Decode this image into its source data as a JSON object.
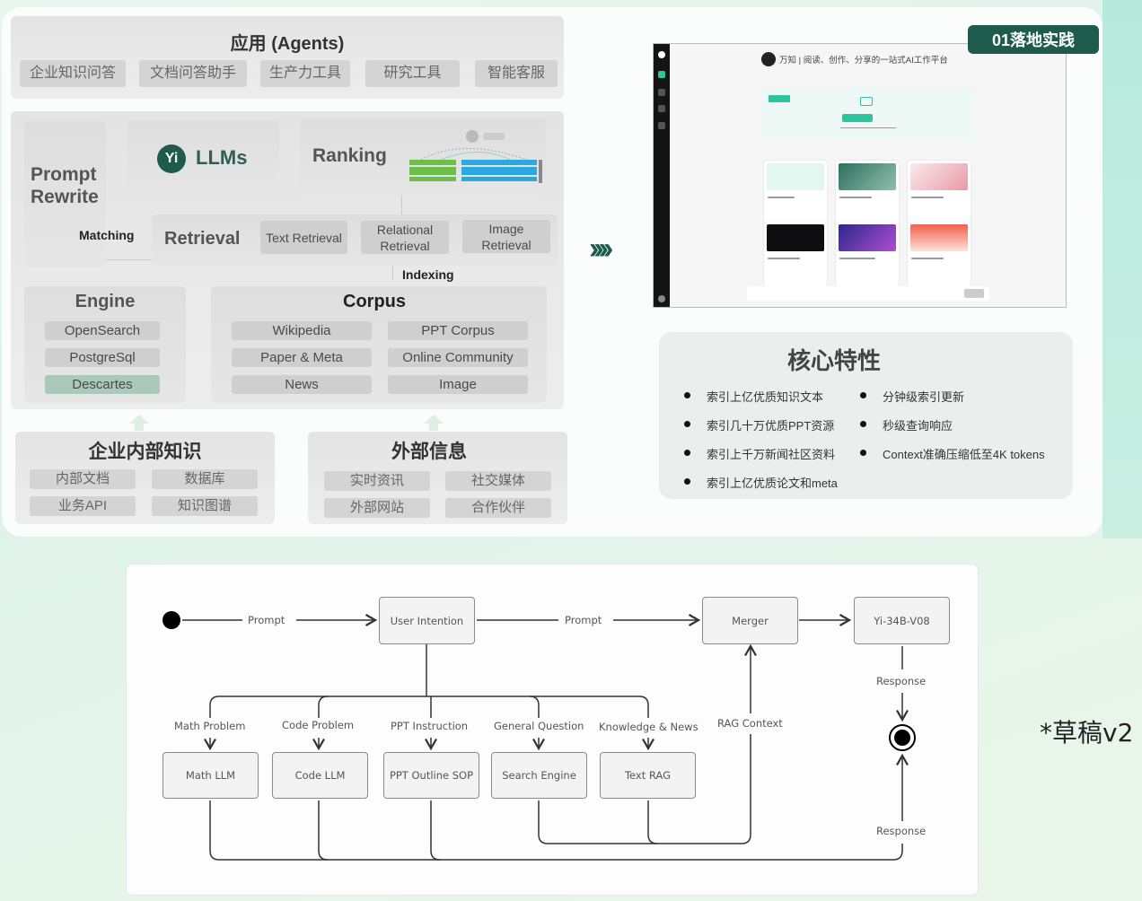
{
  "architecture": {
    "agents": {
      "title": "应用 (Agents)",
      "items": [
        "企业知识问答",
        "文档问答助手",
        "生产力工具",
        "研究工具",
        "智能客服"
      ]
    },
    "prompt_rewrite": "Prompt Rewrite",
    "llms": "LLMs",
    "yi_logo": "Yi",
    "ranking": "Ranking",
    "matching": "Matching",
    "retrieval": {
      "title": "Retrieval",
      "items": [
        "Text Retrieval",
        "Relational Retrieval",
        "Image Retrieval"
      ]
    },
    "indexing": "Indexing",
    "engine": {
      "title": "Engine",
      "items": [
        "OpenSearch",
        "PostgreSql",
        "Descartes"
      ],
      "highlighted": "Descartes"
    },
    "corpus": {
      "title": "Corpus",
      "left": [
        "Wikipedia",
        "Paper & Meta",
        "News"
      ],
      "right": [
        "PPT Corpus",
        "Online Community",
        "Image"
      ]
    },
    "internal": {
      "title": "企业内部知识",
      "items": [
        "内部文档",
        "数据库",
        "业务API",
        "知识图谱"
      ]
    },
    "external": {
      "title": "外部信息",
      "items": [
        "实时资讯",
        "社交媒体",
        "外部网站",
        "合作伙伴"
      ]
    }
  },
  "transition_arrows": "››››",
  "practice": {
    "badge": "01落地实践",
    "screenshot_title": "万知 | 阅读、创作、分享的一站式AI工作平台",
    "colors": {
      "badge": "#1e5b4c",
      "accent": "#2ec4a0"
    }
  },
  "features": {
    "title": "核心特性",
    "left": [
      "索引上亿优质知识文本",
      "索引几十万优质PPT资源",
      "索引上千万新闻社区资料",
      "索引上亿优质论文和meta"
    ],
    "right": [
      "分钟级索引更新",
      "秒级查询响应",
      "Context准确压缩低至4K tokens"
    ]
  },
  "flow": {
    "user_intention": "User Intention",
    "merger": "Merger",
    "model": "Yi-34B-V08",
    "prompt_label_1": "Prompt",
    "prompt_label_2": "Prompt",
    "response_top": "Response",
    "response_bottom": "Response",
    "rag_context": "RAG Context",
    "branches": [
      {
        "label": "Math Problem",
        "box": "Math LLM"
      },
      {
        "label": "Code Problem",
        "box": "Code LLM"
      },
      {
        "label": "PPT Instruction",
        "box": "PPT Outline SOP"
      },
      {
        "label": "General Question",
        "box": "Search Engine"
      },
      {
        "label": "Knowledge & News",
        "box": "Text RAG"
      }
    ]
  },
  "draft_note": "*草稿v2"
}
